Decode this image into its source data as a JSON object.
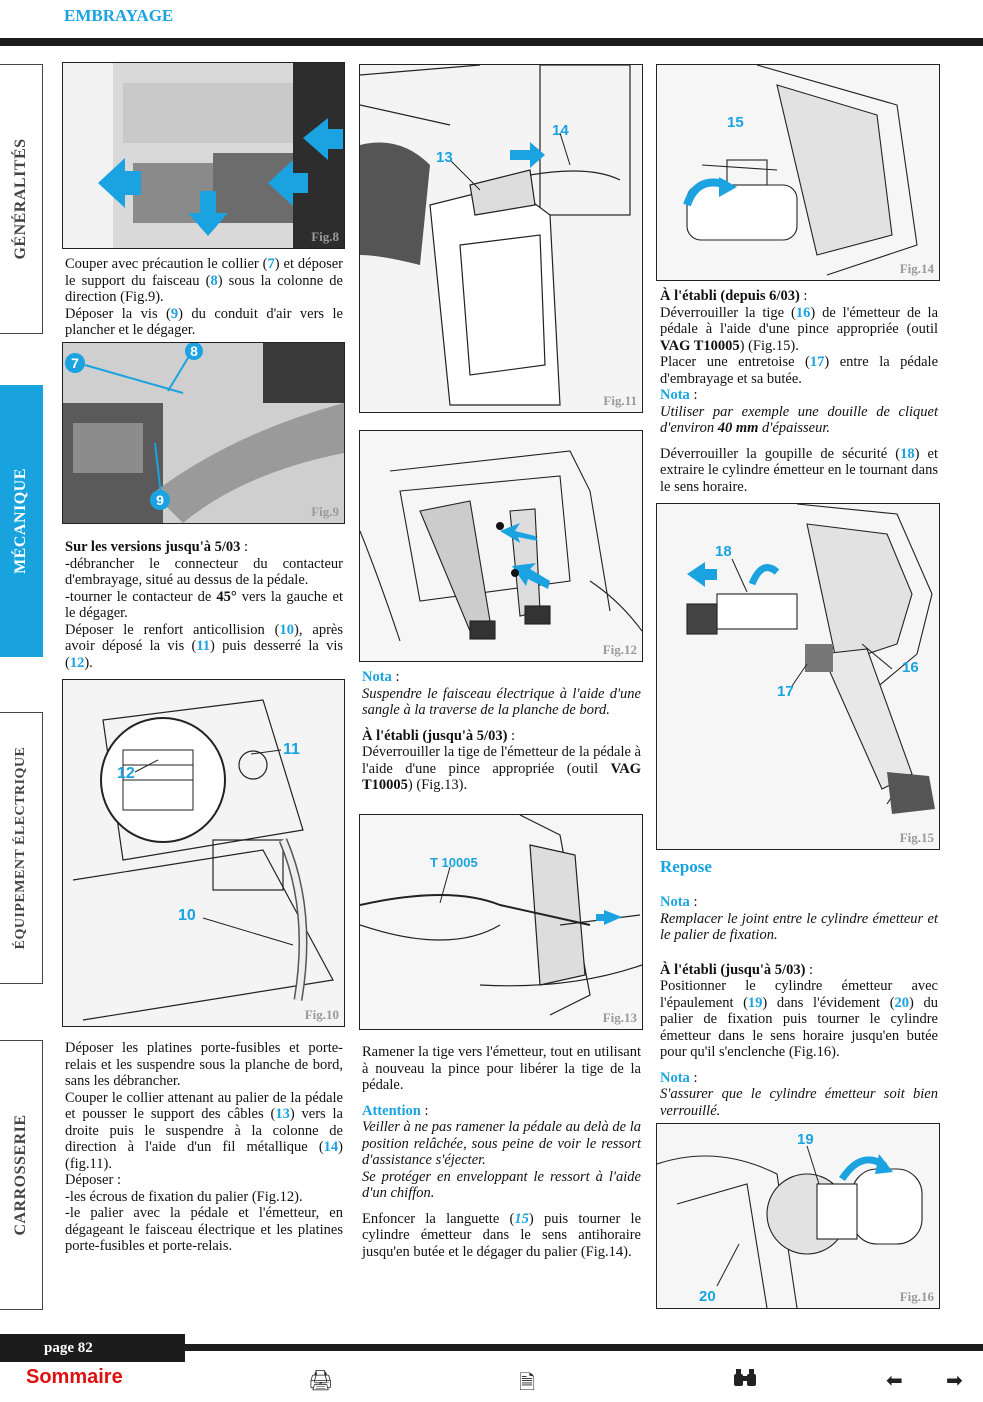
{
  "header": {
    "title": "EMBRAYAGE"
  },
  "tabs": [
    {
      "label": "GÉNÉRALITÉS",
      "active": false
    },
    {
      "label": "MÉCANIQUE",
      "active": true
    },
    {
      "label": "ÉQUIPEMENT ÉLECTRIQUE",
      "active": false
    },
    {
      "label": "CARROSSERIE",
      "active": false
    }
  ],
  "figures": {
    "fig8": {
      "label": "Fig.8"
    },
    "fig9": {
      "label": "Fig.9",
      "callouts": [
        "7",
        "8",
        "9"
      ]
    },
    "fig10": {
      "label": "Fig.10",
      "callouts": [
        "11",
        "12",
        "10"
      ]
    },
    "fig11": {
      "label": "Fig.11",
      "callouts": [
        "14",
        "13"
      ]
    },
    "fig12": {
      "label": "Fig.12"
    },
    "fig13": {
      "label": "Fig.13",
      "callouts": [
        "T 10005"
      ]
    },
    "fig14": {
      "label": "Fig.14",
      "callouts": [
        "15"
      ]
    },
    "fig15": {
      "label": "Fig.15",
      "callouts": [
        "18",
        "16",
        "17"
      ]
    },
    "fig16": {
      "label": "Fig.16",
      "callouts": [
        "19",
        "20"
      ]
    }
  },
  "col1": {
    "p1": [
      "Couper avec précaution le collier (",
      "7",
      ") et déposer le support du faisceau (",
      "8",
      ") sous la colonne de direction (Fig.9)."
    ],
    "p2": [
      "Déposer la vis (",
      "9",
      ") du conduit d'air vers le plancher et le dégager."
    ],
    "versions_title": "Sur les versions jusqu'à 5/03",
    "colon": " :",
    "b1": "-débrancher le connecteur du contacteur d'embrayage, situé au dessus de la pédale.",
    "b2": [
      "-tourner le contacteur de ",
      "45°",
      " vers la gauche et le dégager."
    ],
    "p3": [
      "Déposer le renfort anticollision (",
      "10",
      "), après avoir déposé la vis (",
      "11",
      ") puis desserré la vis (",
      "12",
      ")."
    ],
    "p4": "Déposer les platines porte-fusibles et porte-relais et les suspendre sous la planche de bord, sans les débrancher.",
    "p5": [
      "Couper le collier attenant au palier de la pédale et pousser le support des câbles (",
      "13",
      ") vers la droite puis le suspendre à la colonne de direction à l'aide d'un fil métallique (",
      "14",
      ") (fig.11)."
    ],
    "p6": "Déposer :",
    "b3": "-les écrous de fixation du palier (Fig.12).",
    "b4": "-le palier avec la pédale et l'émetteur, en dégageant le faisceau électrique et les platines porte-fusibles et porte-relais."
  },
  "col2": {
    "nota_label": "Nota",
    "colon": " :",
    "nota1": "Suspendre le faisceau électrique à l'aide d'une sangle à la traverse de la planche de bord.",
    "etabli_title": "À l'établi (jusqu'à 5/03)",
    "p1": [
      "Déverrouiller la tige de l'émetteur de la pédale à l'aide d'une pince appropriée (outil ",
      "VAG T10005",
      ") (Fig.13)."
    ],
    "p2": "Ramener la tige vers l'émetteur, tout en utilisant à nouveau la pince pour libérer la tige de la pédale.",
    "attention_label": "Attention",
    "att1": "Veiller à ne pas ramener la pédale au delà de la position relâchée, sous peine de voir le ressort d'assistance s'éjecter.",
    "att2": "Se protéger en enveloppant le ressort à l'aide d'un chiffon.",
    "p3": [
      "Enfoncer la languette (",
      "15",
      ") puis tourner le cylindre émetteur dans le sens antihoraire jusqu'en butée et le dégager du palier (Fig.14)."
    ]
  },
  "col3": {
    "etabli_title": "À l'établi (depuis 6/03)",
    "colon": " :",
    "p1": [
      "Déverrouiller la tige (",
      "16",
      ") de l'émetteur de la pédale à l'aide d'une pince appropriée (outil ",
      "VAG T10005",
      ") (Fig.15)."
    ],
    "p2": [
      "Placer une entretoise (",
      "17",
      ") entre la pédale d'embrayage et sa butée."
    ],
    "nota_label": "Nota",
    "nota1": [
      "Utiliser par exemple une douille de cliquet d'environ ",
      "40 mm",
      " d'épaisseur."
    ],
    "p3": [
      "Déverrouiller la goupille de sécurité (",
      "18",
      ") et extraire le cylindre émetteur en le tournant dans le sens horaire."
    ],
    "repose": "Repose",
    "nota2": "Remplacer le joint entre le cylindre émetteur et le palier de fixation.",
    "etabli2_title": "À l'établi (jusqu'à 5/03)",
    "p4": [
      "Positionner le cylindre émetteur avec l'épaulement (",
      "19",
      ") dans l'évidement (",
      "20",
      ") du palier de fixation puis tourner le cylindre émetteur dans le sens horaire jusqu'en butée pour qu'il s'enclenche (Fig.16)."
    ],
    "nota3": "S'assurer que le cylindre émetteur soit bien verrouillé."
  },
  "footer": {
    "page": "page 82",
    "sommaire": "Sommaire",
    "icons": [
      "printer-icon",
      "document-icon",
      "binoculars-icon",
      "arrow-left-icon",
      "arrow-right-icon"
    ]
  }
}
